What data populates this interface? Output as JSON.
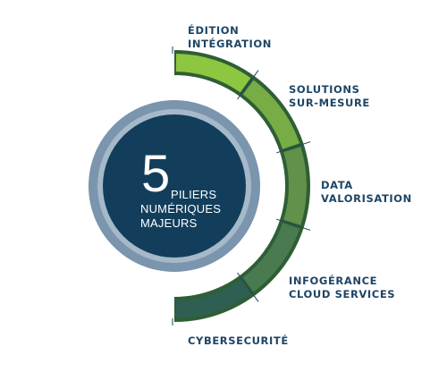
{
  "pillars": [
    {
      "lines": [
        "ÉDITION",
        "INTÉGRATION"
      ],
      "color": "#8dc63f"
    },
    {
      "lines": [
        "SOLUTIONS",
        "SUR-MESURE"
      ],
      "color": "#78ac45"
    },
    {
      "lines": [
        "DATA",
        "VALORISATION"
      ],
      "color": "#62914a"
    },
    {
      "lines": [
        "INFOGÉRANCE",
        "CLOUD SERVICES"
      ],
      "color": "#4a7a4f"
    },
    {
      "lines": [
        "CYBERSECURITÉ"
      ],
      "color": "#2f5e52"
    }
  ],
  "center": {
    "number": "5",
    "line1": "PILIERS",
    "line2": "NUMÉRIQUES",
    "line3": "MAJEURS"
  },
  "colors": {
    "background": "#2f5e35",
    "ring_outer": "#7a95ad",
    "ring_mid": "#a6b9c9",
    "core": "#123e5c",
    "label": "#1d4566"
  }
}
